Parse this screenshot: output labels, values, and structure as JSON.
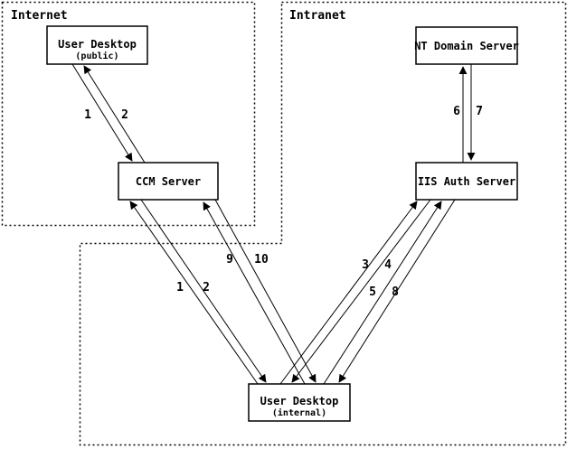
{
  "colors": {
    "background": "#ffffff",
    "line": "#000000",
    "text": "#000000"
  },
  "zones": [
    {
      "id": "internet",
      "label": "Internet"
    },
    {
      "id": "intranet",
      "label": "Intranet"
    }
  ],
  "nodes": [
    {
      "id": "user-desktop-public",
      "label": "User Desktop",
      "sublabel": "(public)"
    },
    {
      "id": "ccm-server",
      "label": "CCM Server",
      "sublabel": ""
    },
    {
      "id": "nt-domain-server",
      "label": "NT Domain Server",
      "sublabel": ""
    },
    {
      "id": "iis-auth-server",
      "label": "IIS Auth Server",
      "sublabel": ""
    },
    {
      "id": "user-desktop-internal",
      "label": "User Desktop",
      "sublabel": "(internal)"
    }
  ],
  "flows": [
    {
      "step": "1",
      "from": "user-desktop-public",
      "to": "ccm-server"
    },
    {
      "step": "2",
      "from": "ccm-server",
      "to": "user-desktop-public"
    },
    {
      "step": "1",
      "from": "user-desktop-internal",
      "to": "ccm-server"
    },
    {
      "step": "2",
      "from": "ccm-server",
      "to": "user-desktop-internal"
    },
    {
      "step": "3",
      "from": "user-desktop-internal",
      "to": "iis-auth-server"
    },
    {
      "step": "4",
      "from": "iis-auth-server",
      "to": "user-desktop-internal"
    },
    {
      "step": "5",
      "from": "user-desktop-internal",
      "to": "iis-auth-server"
    },
    {
      "step": "8",
      "from": "iis-auth-server",
      "to": "user-desktop-internal"
    },
    {
      "step": "6",
      "from": "iis-auth-server",
      "to": "nt-domain-server"
    },
    {
      "step": "7",
      "from": "nt-domain-server",
      "to": "iis-auth-server"
    },
    {
      "step": "9",
      "from": "user-desktop-internal",
      "to": "ccm-server"
    },
    {
      "step": "10",
      "from": "ccm-server",
      "to": "user-desktop-internal"
    }
  ]
}
